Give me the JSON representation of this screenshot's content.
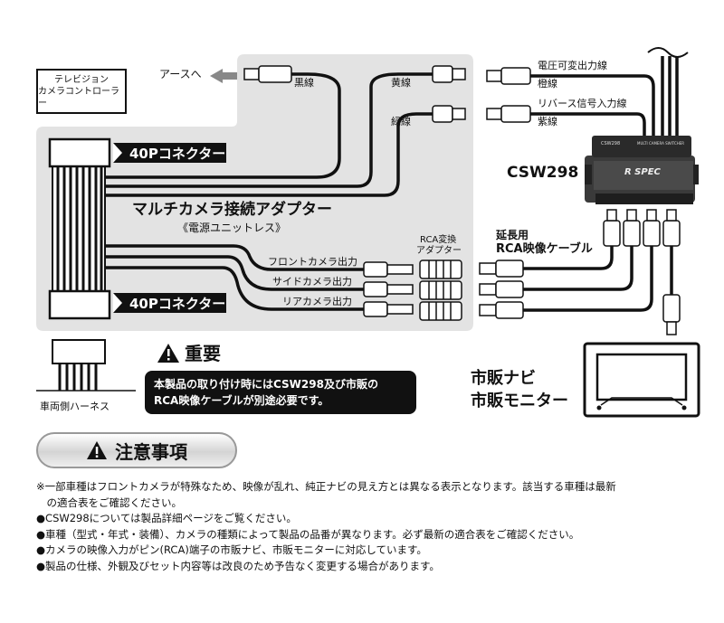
{
  "labels": {
    "earth": "アースへ",
    "tv_line1": "テレビジョン",
    "tv_line2": "カメラコントローラー",
    "black_wire": "黒線",
    "yellow_wire": "黄線",
    "green_wire": "緑線",
    "connector_top": "40Pコネクター",
    "connector_bottom": "40Pコネクター",
    "adapter_title": "マルチカメラ接続アダプター",
    "adapter_sub": "《電源ユニットレス》",
    "front_out": "フロントカメラ出力",
    "side_out": "サイドカメラ出力",
    "rear_out": "リアカメラ出力",
    "rca_adapter_1": "RCA変換",
    "rca_adapter_2": "アダプター",
    "ext_cable_1": "延長用",
    "ext_cable_2": "RCA映像ケーブル",
    "volt_wire": "電圧可変出力線",
    "volt_color": "橙線",
    "reverse_wire": "リバース信号入力線",
    "reverse_color": "紫線",
    "csw_model": "CSW298",
    "unit_label_left": "CSW298",
    "unit_label_right": "MULTI CAMERA SWITCHER",
    "unit_brand": "R SPEC",
    "navi_1": "市販ナビ",
    "navi_2": "市販モニター",
    "harness": "車両側ハーネス"
  },
  "important": {
    "title": "重要",
    "line1": "本製品の取り付け時にはCSW298及び市販の",
    "line2": "RCA映像ケーブルが別途必要です。"
  },
  "caution": {
    "title": "注意事項",
    "notes": [
      "※一部車種はフロントカメラが特殊なため、映像が乱れ、純正ナビの見え方とは異なる表示となります。該当する車種は最新",
      "　の適合表をご確認ください。",
      "●CSW298については製品詳細ページをご覧ください。",
      "●車種（型式・年式・装備）、カメラの種類によって製品の品番が異なります。必ず最新の適合表をご確認ください。",
      "●カメラの映像入力がピン(RCA)端子の市販ナビ、市販モニターに対応しています。",
      "●製品の仕様、外観及びセット内容等は改良のため予告なく変更する場合があります。"
    ]
  },
  "colors": {
    "panel": "#e3e3e3",
    "ink": "#111111",
    "arrow": "#888888"
  }
}
